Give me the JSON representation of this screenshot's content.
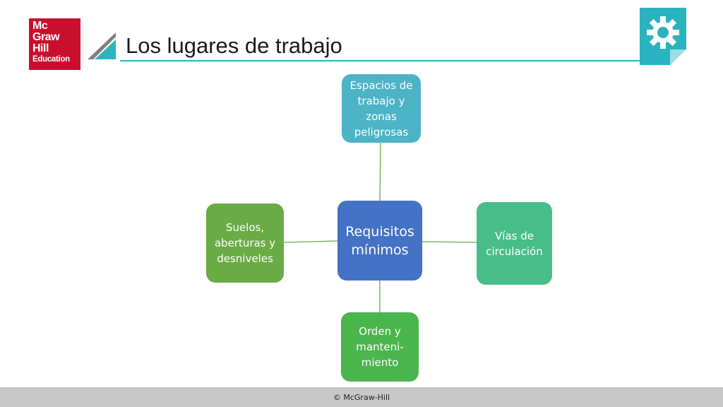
{
  "logo": {
    "lines": [
      "Mc",
      "Graw",
      "Hill",
      "Education"
    ],
    "color": "#c8102e"
  },
  "header": {
    "title": "Los lugares de trabajo",
    "rule_color": "#2bb3c0",
    "icon": "gear-document-icon"
  },
  "diagram": {
    "center": {
      "label": "Requisitos\nmínimos",
      "color": "#4472c4"
    },
    "branches": [
      {
        "id": "top",
        "label": "Espacios de\ntrabajo y\nzonas\npeligrosas",
        "color": "#4db3c6"
      },
      {
        "id": "right",
        "label": "Vías de\ncirculación",
        "color": "#48bd8a"
      },
      {
        "id": "bottom",
        "label": "Orden y\nmanteni-\nmiento",
        "color": "#4bb54e"
      },
      {
        "id": "left",
        "label": "Suelos,\naberturas y\ndesniveles",
        "color": "#6aab45"
      }
    ],
    "connector_color": "#6aab45"
  },
  "footer": {
    "text": "© McGraw-Hill"
  }
}
